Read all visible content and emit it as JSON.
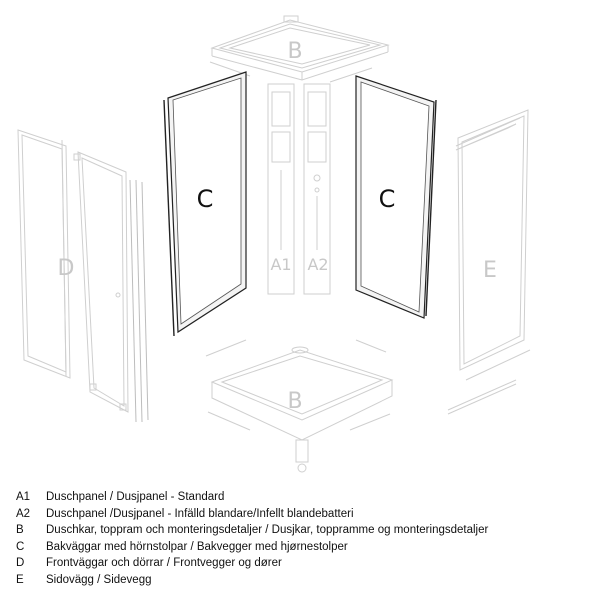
{
  "diagram": {
    "part_labels": {
      "tray_top": "B",
      "tray_bottom": "B",
      "back_left": "C",
      "back_right": "C",
      "front": "D",
      "side": "E",
      "panel_standard": "A1",
      "panel_mixer": "A2"
    }
  },
  "legend": [
    {
      "key": "A1",
      "text": "Duschpanel / Dusjpanel - Standard"
    },
    {
      "key": "A2",
      "text": "Duschpanel /Dusjpanel - Infälld blandare/Infellt blandebatteri"
    },
    {
      "key": "B",
      "text": "Duschkar, toppram och monteringsdetaljer / Dusjkar, toppramme og monteringsdetaljer"
    },
    {
      "key": "C",
      "text": "Bakväggar med hörnstolpar / Bakvegger med hjørnestolper"
    },
    {
      "key": "D",
      "text": "Frontväggar och dörrar / Frontvegger og dører"
    },
    {
      "key": "E",
      "text": "Sidovägg / Sidevegg"
    }
  ]
}
